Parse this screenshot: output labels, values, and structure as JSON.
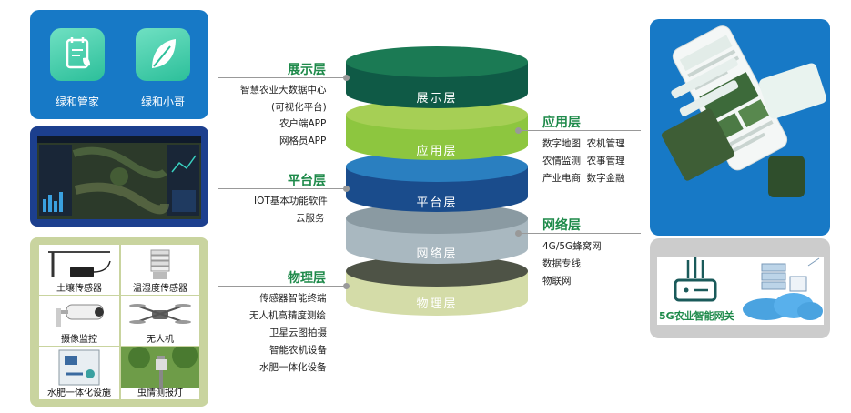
{
  "apps": {
    "app1_label": "绿和管家",
    "app2_label": "绿和小哥"
  },
  "devices": [
    {
      "label": "土壤传感器"
    },
    {
      "label": "温湿度传感器"
    },
    {
      "label": "摄像监控"
    },
    {
      "label": "无人机"
    },
    {
      "label": "水肥一体化设施"
    },
    {
      "label": "虫情测报灯"
    }
  ],
  "layers": {
    "display": "展示层",
    "application": "应用层",
    "platform": "平台层",
    "network": "网络层",
    "physical": "物理层"
  },
  "left_annotations": {
    "display": {
      "heading": "展示层",
      "items": [
        "智慧农业大数据中心",
        "(可视化平台)",
        "农户端APP",
        "网格员APP"
      ]
    },
    "platform": {
      "heading": "平台层",
      "items": [
        "IOT基本功能软件",
        "云服务"
      ]
    },
    "physical": {
      "heading": "物理层",
      "items": [
        "传感器智能终端",
        "无人机高精度测绘",
        "卫星云图拍摄",
        "智能农机设备",
        "水肥一体化设备"
      ]
    }
  },
  "right_annotations": {
    "application": {
      "heading": "应用层",
      "rows": [
        "数字地图  农机管理",
        "农情监测  农事管理",
        "产业电商  数字金融"
      ]
    },
    "network": {
      "heading": "网络层",
      "items": [
        "4G/5G蜂窝网",
        "数据专线",
        "物联网"
      ]
    }
  },
  "gateway": {
    "label": "5G农业智能网关"
  },
  "colors": {
    "display": "#1b7a54",
    "application": "#8dc63f",
    "platform": "#1a4c8c",
    "network": "#a9b8c0",
    "physical": "#d4dca8",
    "heading": "#1e8a4a",
    "panel_blue": "#1779c6"
  }
}
